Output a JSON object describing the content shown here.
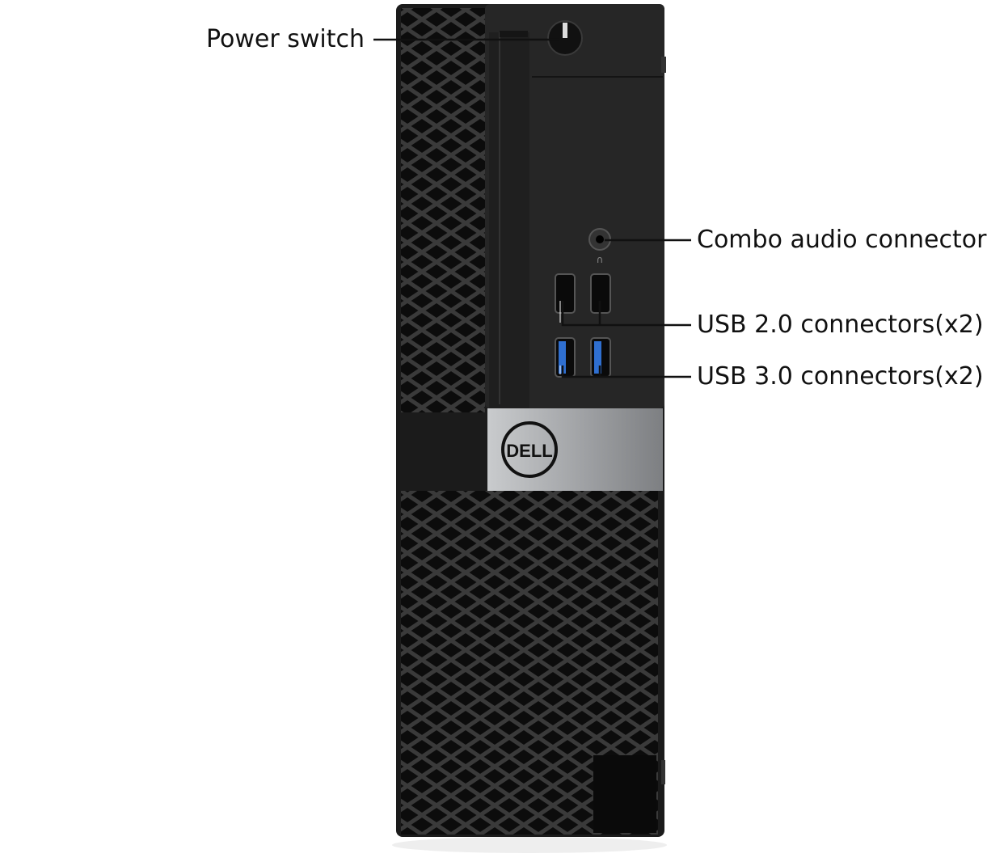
{
  "labels": {
    "power_switch": "Power switch",
    "combo_audio": "Combo audio connector",
    "usb2": "USB 2.0 connectors(x2)",
    "usb3": "USB 3.0 connectors(x2)"
  },
  "logo": "DELL",
  "colors": {
    "chassis": "#1e1e1e",
    "silver_band": "#a9abae",
    "usb3_blue": "#2f6fd0",
    "callout_line": "#111111"
  }
}
